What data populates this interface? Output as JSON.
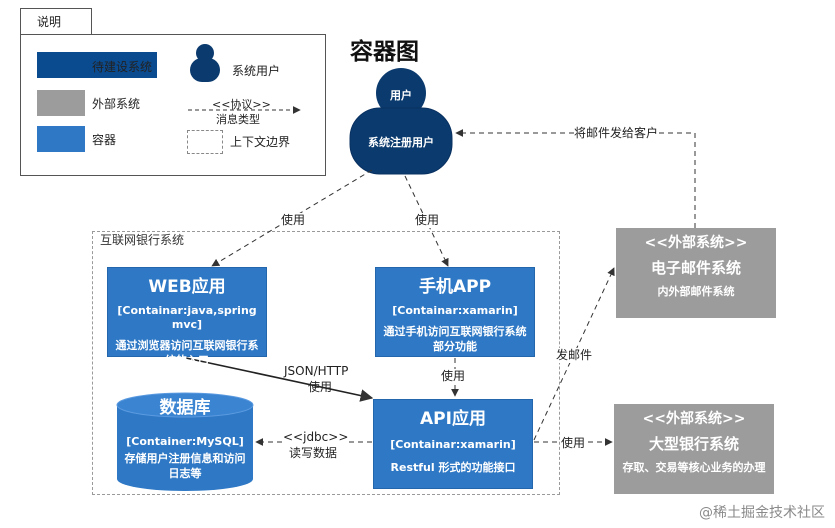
{
  "title": "容器图",
  "legend": {
    "tab": "说明",
    "to_build_system": "待建设系统",
    "external_system": "外部系统",
    "container": "容器",
    "system_user": "系统用户",
    "protocol": "<<协议>>",
    "message_type": "消息类型",
    "context_boundary": "上下文边界"
  },
  "person": {
    "role": "用户",
    "name": "系统注册用户"
  },
  "boundary": {
    "label": "互联网银行系统"
  },
  "containers": {
    "web": {
      "title": "WEB应用",
      "tech": "[Containar:java,spring mvc]",
      "desc": "通过浏览器访问互联网银行系统的入口"
    },
    "mobile": {
      "title": "手机APP",
      "tech": "[Containar:xamarin]",
      "desc": "通过手机访问互联网银行系统部分功能"
    },
    "api": {
      "title": "API应用",
      "tech": "[Containar:xamarin]",
      "desc": "Restful 形式的功能接口"
    },
    "db": {
      "title": "数据库",
      "tech": "[Container:MySQL]",
      "desc": "存储用户注册信息和访问日志等"
    }
  },
  "externals": {
    "email": {
      "stereotype": "<<外部系统>>",
      "name": "电子邮件系统",
      "desc": "内外部邮件系统"
    },
    "bank": {
      "stereotype": "<<外部系统>>",
      "name": "大型银行系统",
      "desc": "存取、交易等核心业务的办理"
    }
  },
  "edges": {
    "user_web": "使用",
    "user_mobile": "使用",
    "email_user": "将邮件发给客户",
    "web_api_protocol": "JSON/HTTP",
    "web_api_type": "使用",
    "mobile_api": "使用",
    "api_db_protocol": "<<jdbc>>",
    "api_db_type": "读写数据",
    "api_email": "发邮件",
    "api_bank": "使用"
  },
  "watermark": "@稀土掘金技术社区",
  "colors": {
    "to_build": "#0a4a8e",
    "container": "#2e78c5",
    "external": "#9c9c9c",
    "person": "#0b3a6e"
  }
}
